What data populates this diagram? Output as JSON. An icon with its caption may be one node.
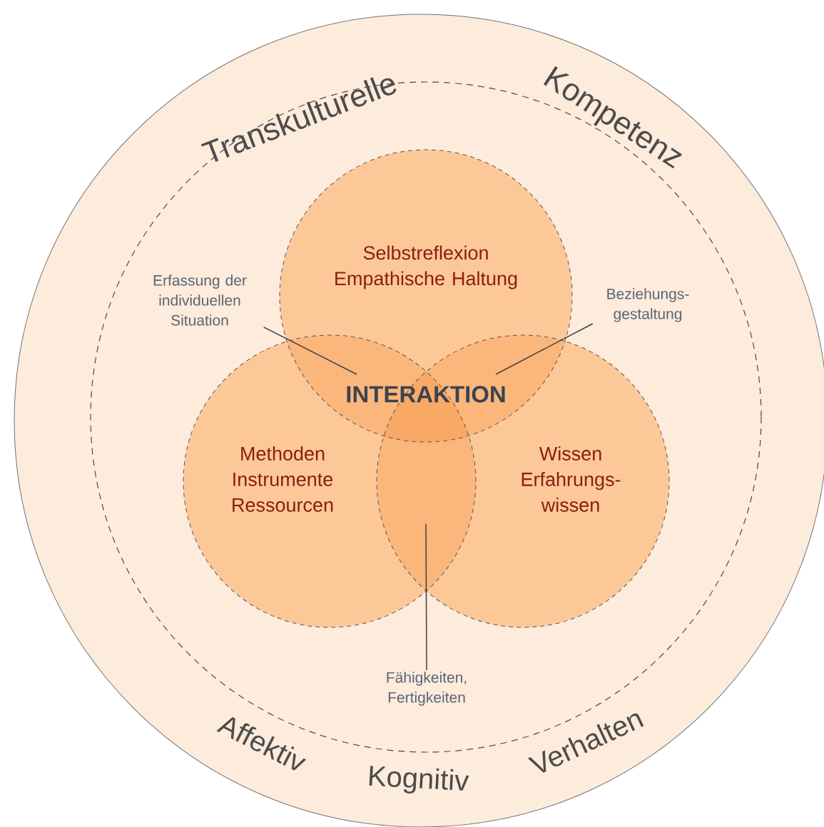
{
  "diagram": {
    "nodes": [
      {
        "text": [
          "Transkulturelle",
          "Kompetenz",
          "Affektiv",
          "Kognitiv",
          "Verhalten"
        ]
      },
      {
        "text": [
          "Selbstreflexion",
          "Empathische Haltung"
        ],
        "in": 0
      },
      {
        "text": [
          "Methoden",
          "Instrumente",
          "Ressourcen"
        ],
        "in": 0
      },
      {
        "text": [
          "Wissen",
          "Erfahrungs-wissen"
        ],
        "in": 0
      },
      {
        "text": [
          "Erfassung der individuellen Situation"
        ],
        "in": 0
      },
      {
        "text": [
          "Beziehungs-gestaltung"
        ],
        "in": 0
      },
      {
        "text": [
          "Fähigkeiten, Fertigkeiten"
        ],
        "in": 0
      }
    ],
    "edges": [
      {
        "from": 4,
        "to": 1,
        "arrow": "none"
      },
      {
        "from": 5,
        "to": 1,
        "arrow": "none"
      },
      {
        "from": 6,
        "to": 2,
        "arrow": "none"
      }
    ],
    "labels": [
      "INTERAKTION"
    ]
  }
}
